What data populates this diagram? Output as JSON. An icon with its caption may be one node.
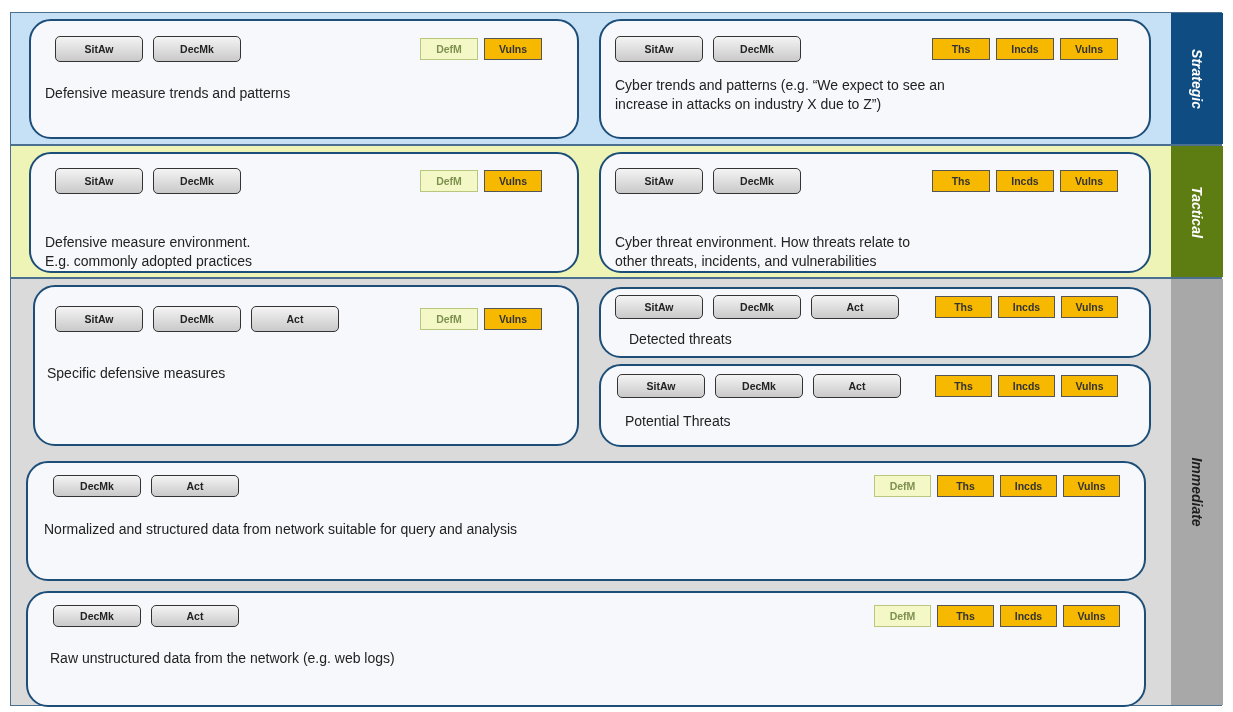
{
  "diagram": {
    "nodes": [
      {
        "text": [
          "Strategic"
        ]
      },
      {
        "text": [
          "Defensive measure trends and patterns"
        ],
        "in": 0
      },
      {
        "text": [
          "SitAw"
        ],
        "in": 1
      },
      {
        "text": [
          "DecMk"
        ],
        "in": 1
      },
      {
        "text": [
          "DefM"
        ],
        "in": 1
      },
      {
        "text": [
          "Vulns"
        ],
        "in": 1
      },
      {
        "text": [
          "Cyber trends and patterns (e.g. “We expect to see an increase in attacks on industry X due to Z”)"
        ],
        "in": 0
      },
      {
        "text": [
          "SitAw"
        ],
        "in": 6
      },
      {
        "text": [
          "DecMk"
        ],
        "in": 6
      },
      {
        "text": [
          "Ths"
        ],
        "in": 6
      },
      {
        "text": [
          "Incds"
        ],
        "in": 6
      },
      {
        "text": [
          "Vulns"
        ],
        "in": 6
      },
      {
        "text": [
          "Tactical"
        ]
      },
      {
        "text": [
          "Defensive measure environment. E.g. commonly adopted practices"
        ],
        "in": 12
      },
      {
        "text": [
          "SitAw"
        ],
        "in": 13
      },
      {
        "text": [
          "DecMk"
        ],
        "in": 13
      },
      {
        "text": [
          "DefM"
        ],
        "in": 13
      },
      {
        "text": [
          "Vulns"
        ],
        "in": 13
      },
      {
        "text": [
          "Cyber threat environment. How threats relate to other threats, incidents, and vulnerabilities"
        ],
        "in": 12
      },
      {
        "text": [
          "SitAw"
        ],
        "in": 18
      },
      {
        "text": [
          "DecMk"
        ],
        "in": 18
      },
      {
        "text": [
          "Ths"
        ],
        "in": 18
      },
      {
        "text": [
          "Incds"
        ],
        "in": 18
      },
      {
        "text": [
          "Vulns"
        ],
        "in": 18
      },
      {
        "text": [
          "Immediate"
        ]
      },
      {
        "text": [
          "Specific defensive measures"
        ],
        "in": 24
      },
      {
        "text": [
          "SitAw"
        ],
        "in": 25
      },
      {
        "text": [
          "DecMk"
        ],
        "in": 25
      },
      {
        "text": [
          "Act"
        ],
        "in": 25
      },
      {
        "text": [
          "DefM"
        ],
        "in": 25
      },
      {
        "text": [
          "Vulns"
        ],
        "in": 25
      },
      {
        "text": [
          "Detected threats"
        ],
        "in": 24
      },
      {
        "text": [
          "SitAw"
        ],
        "in": 31
      },
      {
        "text": [
          "DecMk"
        ],
        "in": 31
      },
      {
        "text": [
          "Act"
        ],
        "in": 31
      },
      {
        "text": [
          "Ths"
        ],
        "in": 31
      },
      {
        "text": [
          "Incds"
        ],
        "in": 31
      },
      {
        "text": [
          "Vulns"
        ],
        "in": 31
      },
      {
        "text": [
          "Potential Threats"
        ],
        "in": 24
      },
      {
        "text": [
          "SitAw"
        ],
        "in": 38
      },
      {
        "text": [
          "DecMk"
        ],
        "in": 38
      },
      {
        "text": [
          "Act"
        ],
        "in": 38
      },
      {
        "text": [
          "Ths"
        ],
        "in": 38
      },
      {
        "text": [
          "Incds"
        ],
        "in": 38
      },
      {
        "text": [
          "Vulns"
        ],
        "in": 38
      },
      {
        "text": [
          "Normalized and structured data from network suitable for query and analysis"
        ],
        "in": 24
      },
      {
        "text": [
          "DecMk"
        ],
        "in": 45
      },
      {
        "text": [
          "Act"
        ],
        "in": 45
      },
      {
        "text": [
          "DefM"
        ],
        "in": 45
      },
      {
        "text": [
          "Ths"
        ],
        "in": 45
      },
      {
        "text": [
          "Incds"
        ],
        "in": 45
      },
      {
        "text": [
          "Vulns"
        ],
        "in": 45
      },
      {
        "text": [
          "Raw unstructured data from the network (e.g. web logs)"
        ],
        "in": 24
      },
      {
        "text": [
          "DecMk"
        ],
        "in": 52
      },
      {
        "text": [
          "Act"
        ],
        "in": 52
      },
      {
        "text": [
          "DefM"
        ],
        "in": 52
      },
      {
        "text": [
          "Ths"
        ],
        "in": 52
      },
      {
        "text": [
          "Incds"
        ],
        "in": 52
      },
      {
        "text": [
          "Vulns"
        ],
        "in": 52
      }
    ]
  }
}
